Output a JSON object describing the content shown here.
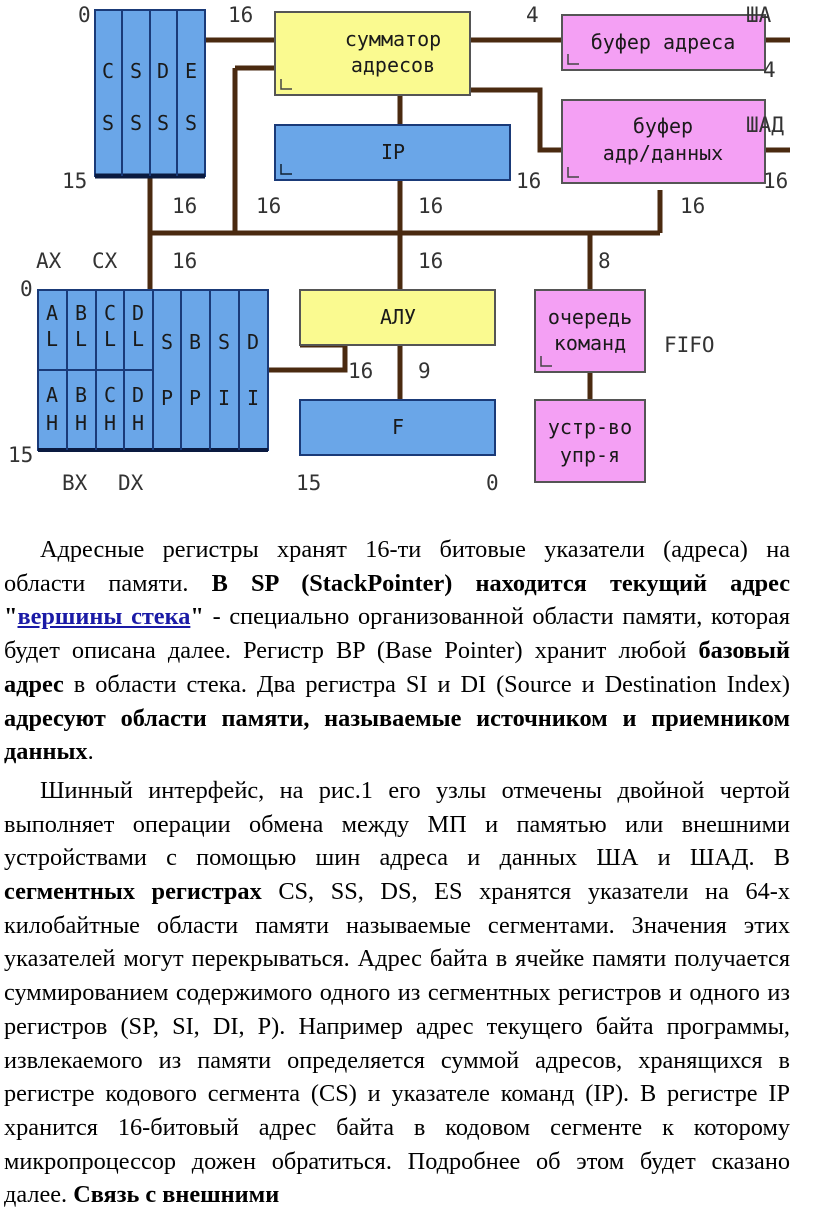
{
  "diagram": {
    "segment_regs": {
      "top": [
        "C",
        "S",
        "D",
        "E"
      ],
      "bottom": [
        "S",
        "S",
        "S",
        "S"
      ]
    },
    "general_regs": {
      "low": [
        [
          "A",
          "L"
        ],
        [
          "B",
          "L"
        ],
        [
          "C",
          "L"
        ],
        [
          "D",
          "L"
        ]
      ],
      "high": [
        [
          "A",
          "H"
        ],
        [
          "B",
          "H"
        ],
        [
          "C",
          "H"
        ],
        [
          "D",
          "H"
        ]
      ],
      "index": [
        [
          "S",
          "P"
        ],
        [
          "B",
          "P"
        ],
        [
          "S",
          "I"
        ],
        [
          "D",
          "I"
        ]
      ]
    },
    "boxes": {
      "adder": [
        "сумматор",
        "адресов"
      ],
      "ip": "IP",
      "addr_buffer": "буфер адреса",
      "data_buffer": [
        "буфер",
        "адр/данных"
      ],
      "alu": "АЛУ",
      "flags": "F",
      "queue": [
        "очередь",
        "команд"
      ],
      "control": [
        "устр-во",
        "упр-я"
      ]
    },
    "labels": {
      "fifo": "FIFO",
      "sha": "ША",
      "shad": "ШАД",
      "ax": "AX",
      "cx": "CX",
      "bx": "BX",
      "dx": "DX",
      "n0": "0",
      "n4": "4",
      "n8": "8",
      "n9": "9",
      "n15": "15",
      "n16": "16"
    }
  },
  "text": {
    "p1": {
      "t1": "Адресные регистры хранят 16-ти битовые указатели (адреса) на области памяти. ",
      "b1": "В SP (StackPointer) находится текущий адрес \"",
      "link": "вершины стека",
      "b2": "\"",
      "t2": " - специально организованной области памяти, которая будет описана далее. Регистр BP (Base Pointer) хранит любой ",
      "b3": "базовый адрес",
      "t3": " в области стека. Два регистра SI и DI (Source и Destination Index) ",
      "b4": "адресуют области памяти, называемые источником и приемником данных",
      "t4": "."
    },
    "p2": {
      "t1": "Шинный интерфейс, на рис.1 его узлы отмечены двойной чертой выполняет операции обмена между МП и памятью или внешними устройствами с помощью шин адреса и данных ША и ШАД. В ",
      "b1": "сегментных регистрах",
      "t2": " CS, SS, DS, ES хранятся указатели на 64-х килобайтные области памяти называемые сегментами. Значения этих указателей могут перекрываться. Адрес байта в ячейке памяти получается суммированием содержимого одного из сегментных регистров и одного из регистров (SP, SI, DI, P). Например адрес текущего байта программы, извлекаемого из памяти определяется суммой адресов, хранящихся в регистре кодового сегмента (CS) и указателе команд (IP). В регистре IP хранится 16-битовый адрес байта в кодовом сегменте к которому микропроцессор дожен обратиться. Подробнее об этом будет сказано далее. ",
      "b2": "Связь с внешними"
    }
  }
}
